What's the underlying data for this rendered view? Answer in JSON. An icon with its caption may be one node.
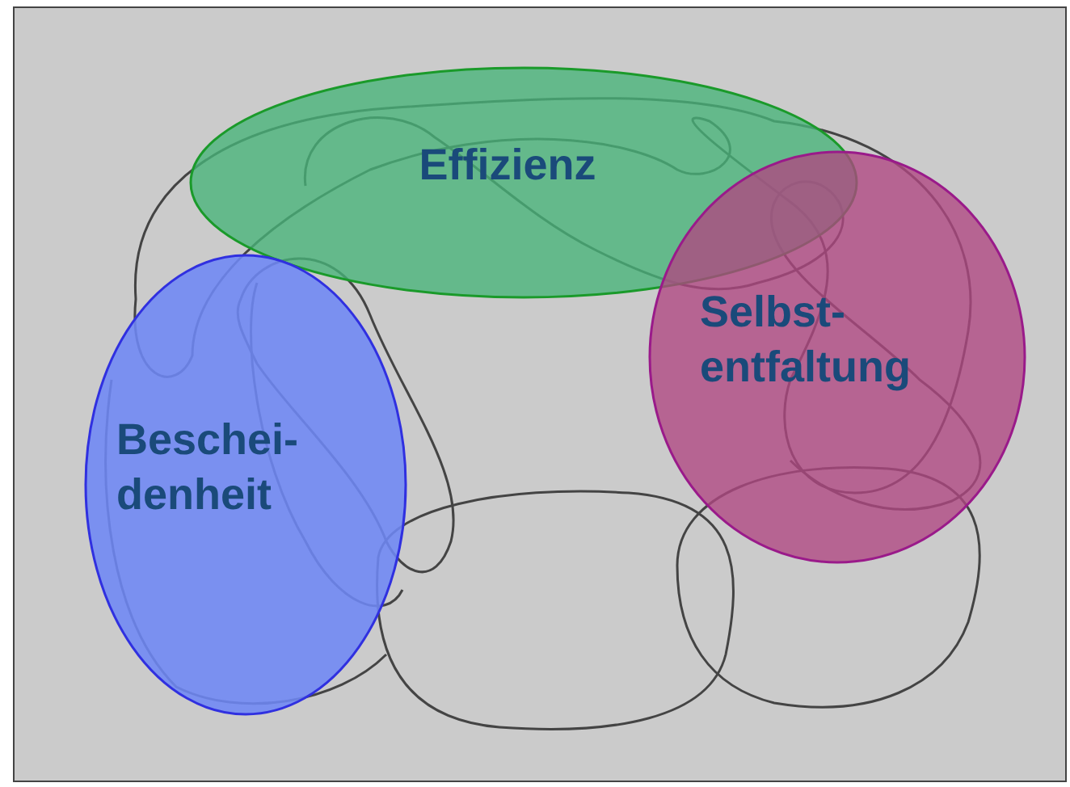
{
  "diagram": {
    "nodes": [
      {
        "text": [
          "Effizienz"
        ]
      },
      {
        "text": [
          "Selbst- entfaltung"
        ]
      },
      {
        "text": [
          "Beschei- denheit"
        ]
      }
    ]
  }
}
